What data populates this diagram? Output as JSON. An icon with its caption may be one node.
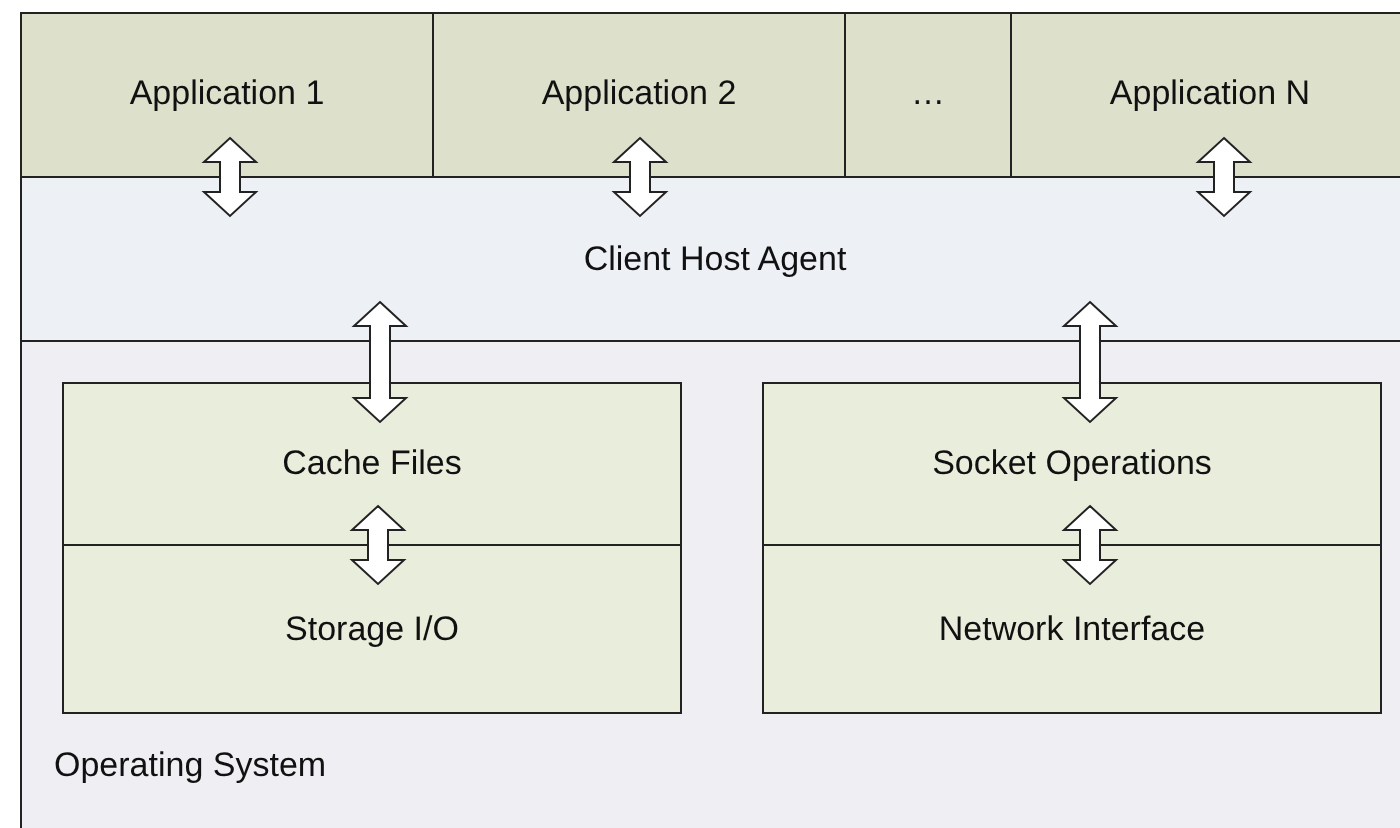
{
  "diagram": {
    "nodes": [
      {
        "text": [
          "Application 1"
        ]
      },
      {
        "text": [
          "Application 2"
        ]
      },
      {
        "text": [
          "…"
        ]
      },
      {
        "text": [
          "Application N"
        ]
      },
      {
        "text": [
          "Client Host Agent"
        ]
      },
      {
        "text": [
          "Operating System"
        ]
      },
      {
        "text": [
          "Cache Files"
        ],
        "in": 5
      },
      {
        "text": [
          "Storage I/O"
        ],
        "in": 5
      },
      {
        "text": [
          "Socket Operations"
        ],
        "in": 5
      },
      {
        "text": [
          "Network Interface"
        ],
        "in": 5
      }
    ],
    "edges": [
      {
        "from": 0,
        "to": 4,
        "arrow": "both"
      },
      {
        "from": 1,
        "to": 4,
        "arrow": "both"
      },
      {
        "from": 3,
        "to": 4,
        "arrow": "both"
      },
      {
        "from": 4,
        "to": 6,
        "arrow": "both"
      },
      {
        "from": 4,
        "to": 8,
        "arrow": "both"
      },
      {
        "from": 6,
        "to": 7,
        "arrow": "both"
      },
      {
        "from": 8,
        "to": 9,
        "arrow": "both"
      }
    ]
  }
}
